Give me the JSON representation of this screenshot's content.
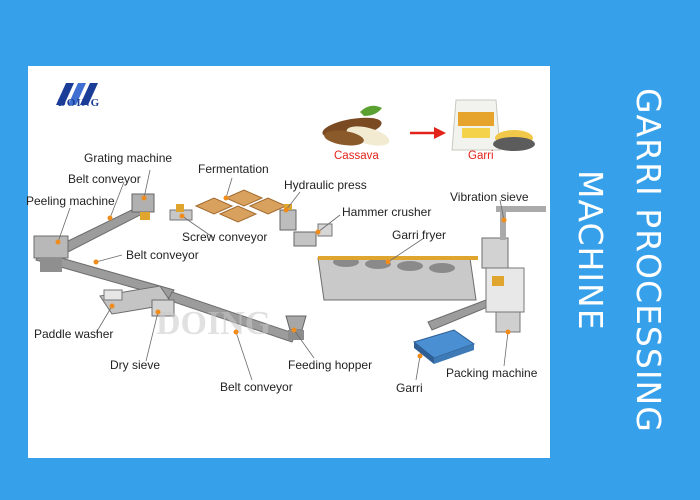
{
  "brand": {
    "name": "DOING",
    "color": "#1b3c97"
  },
  "title": {
    "line1": "GARRI PROCESSING",
    "line2": "MACHINE"
  },
  "colors": {
    "background": "#36a0ea",
    "panel": "#ffffff",
    "accent_red": "#e2231a"
  },
  "top_flow": {
    "from": "Cassava",
    "to": "Garri"
  },
  "labels": {
    "grating_machine": "Grating machine",
    "belt_conveyor_1": "Belt conveyor",
    "peeling_machine": "Peeling machine",
    "fermentation": "Fermentation",
    "hydraulic_press": "Hydraulic press",
    "hammer_crusher": "Hammer crusher",
    "screw_conveyor": "Screw conveyor",
    "belt_conveyor_2": "Belt conveyor",
    "garri_fryer": "Garri fryer",
    "vibration_sieve": "Vibration sieve",
    "paddle_washer": "Paddle washer",
    "dry_sieve": "Dry sieve",
    "feeding_hopper": "Feeding hopper",
    "belt_conveyor_3": "Belt conveyor",
    "garri": "Garri",
    "packing_machine": "Packing machine"
  }
}
